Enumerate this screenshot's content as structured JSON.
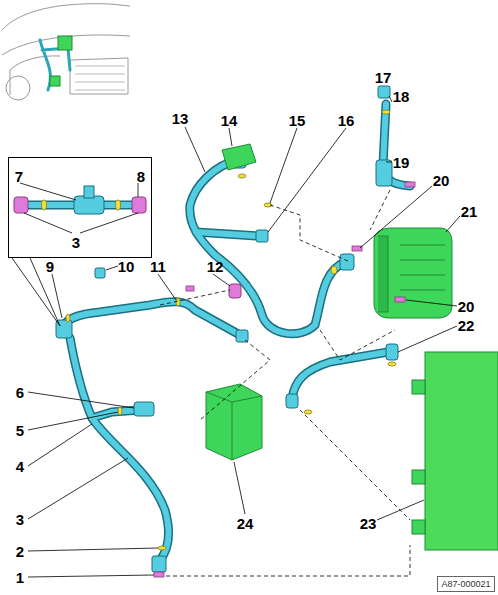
{
  "diagram": {
    "nodes": [
      {
        "text": [
          "7",
          "8",
          "3"
        ]
      },
      {
        "text": [
          "A87-000021"
        ]
      }
    ],
    "labels": [
      "17",
      "18",
      "13",
      "14",
      "15",
      "16",
      "19",
      "20",
      "21",
      "9",
      "10",
      "11",
      "12",
      "20",
      "22",
      "6",
      "5",
      "4",
      "3",
      "24",
      "23",
      "2",
      "1"
    ]
  }
}
